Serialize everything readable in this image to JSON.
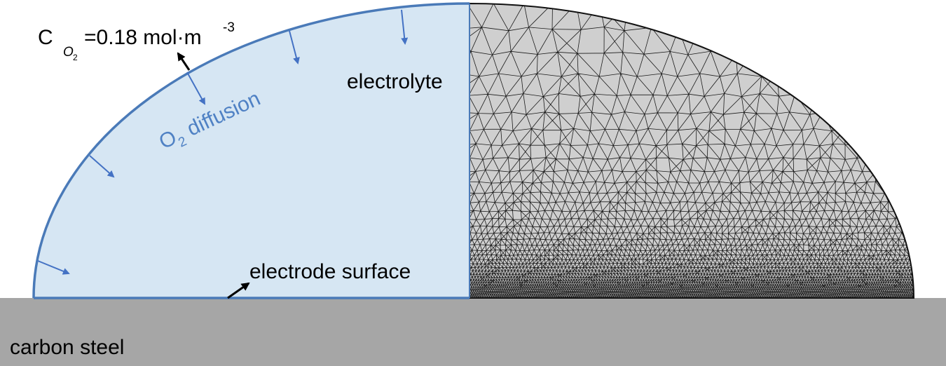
{
  "diagram": {
    "labels": {
      "concentration_symbol": "C",
      "concentration_subscript_main": "O",
      "concentration_subscript_sub": "2",
      "concentration_value": "=0.18 mol·m",
      "concentration_exponent": "-3",
      "diffusion_species": "O",
      "diffusion_species_sub": "2",
      "diffusion_word": "diffusion",
      "electrolyte": "electrolyte",
      "electrode_surface": "electrode surface",
      "substrate": "carbon steel"
    },
    "colors": {
      "electrolyte_fill": "#d6e6f3",
      "boundary_blue": "#4a7ab8",
      "diffusion_text": "#4f81c4",
      "arrow_blue": "#4472c4",
      "mesh_fill": "#cfcfcf",
      "mesh_line": "#1a1a1a",
      "steel_fill": "#a6a6a6",
      "text_dark": "#000000"
    }
  }
}
